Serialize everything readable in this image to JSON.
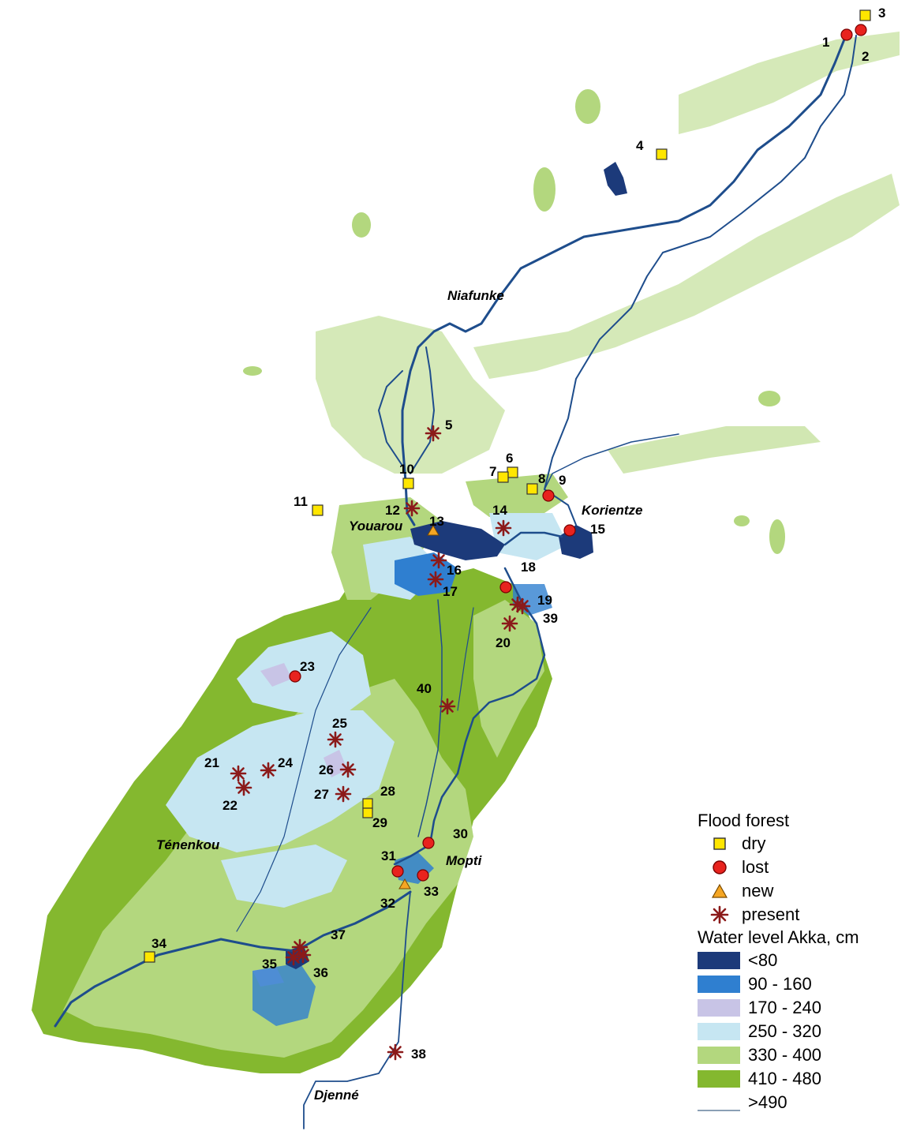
{
  "places": {
    "niafunke": "Niafunke",
    "youarou": "Youarou",
    "korientze": "Korientze",
    "mopti": "Mopti",
    "tenenkou": "Ténenkou",
    "djenne": "Djenné"
  },
  "legend": {
    "forest_title": "Flood forest",
    "forest_items": [
      {
        "type": "dry",
        "label": "dry"
      },
      {
        "type": "lost",
        "label": "lost"
      },
      {
        "type": "new",
        "label": "new"
      },
      {
        "type": "present",
        "label": "present"
      }
    ],
    "water_title": "Water level Akka, cm",
    "water_items": [
      {
        "label": "<80",
        "color": "#1c3a7a"
      },
      {
        "label": "90 - 160",
        "color": "#2f7fd0"
      },
      {
        "label": "170 - 240",
        "color": "#c8c4e6"
      },
      {
        "label": "250 - 320",
        "color": "#c6e6f2"
      },
      {
        "label": "330 - 400",
        "color": "#b3d77e"
      },
      {
        "label": "410 - 480",
        "color": "#84b82f"
      },
      {
        "label": ">490",
        "color": "#ffffff"
      }
    ]
  },
  "symbol_colors": {
    "dry_fill": "#ffe600",
    "lost_fill": "#e8231e",
    "new_fill": "#f5a623",
    "present_stroke": "#8b1a1a",
    "river": "#1e4d8c"
  },
  "sites": [
    {
      "num": "1",
      "type": "lost"
    },
    {
      "num": "2",
      "type": "lost"
    },
    {
      "num": "3",
      "type": "dry"
    },
    {
      "num": "4",
      "type": "dry"
    },
    {
      "num": "5",
      "type": "present"
    },
    {
      "num": "6",
      "type": "dry"
    },
    {
      "num": "7",
      "type": "dry"
    },
    {
      "num": "8",
      "type": "dry"
    },
    {
      "num": "9",
      "type": "lost"
    },
    {
      "num": "10",
      "type": "dry"
    },
    {
      "num": "11",
      "type": "dry"
    },
    {
      "num": "12",
      "type": "present"
    },
    {
      "num": "13",
      "type": "new"
    },
    {
      "num": "14",
      "type": "present"
    },
    {
      "num": "15",
      "type": "lost"
    },
    {
      "num": "16",
      "type": "present"
    },
    {
      "num": "17",
      "type": "present"
    },
    {
      "num": "18",
      "type": "lost"
    },
    {
      "num": "19",
      "type": "present"
    },
    {
      "num": "39",
      "type": "present"
    },
    {
      "num": "20",
      "type": "present"
    },
    {
      "num": "23",
      "type": "lost"
    },
    {
      "num": "40",
      "type": "present"
    },
    {
      "num": "25",
      "type": "present"
    },
    {
      "num": "21",
      "type": "present"
    },
    {
      "num": "22",
      "type": "present"
    },
    {
      "num": "24",
      "type": "present"
    },
    {
      "num": "26",
      "type": "present"
    },
    {
      "num": "27",
      "type": "present"
    },
    {
      "num": "28",
      "type": "dry"
    },
    {
      "num": "29",
      "type": "dry"
    },
    {
      "num": "30",
      "type": "lost"
    },
    {
      "num": "31",
      "type": "lost"
    },
    {
      "num": "32",
      "type": "new"
    },
    {
      "num": "33",
      "type": "lost"
    },
    {
      "num": "34",
      "type": "dry"
    },
    {
      "num": "35",
      "type": "present"
    },
    {
      "num": "36",
      "type": "present"
    },
    {
      "num": "37",
      "type": "present"
    },
    {
      "num": "38",
      "type": "present"
    }
  ]
}
